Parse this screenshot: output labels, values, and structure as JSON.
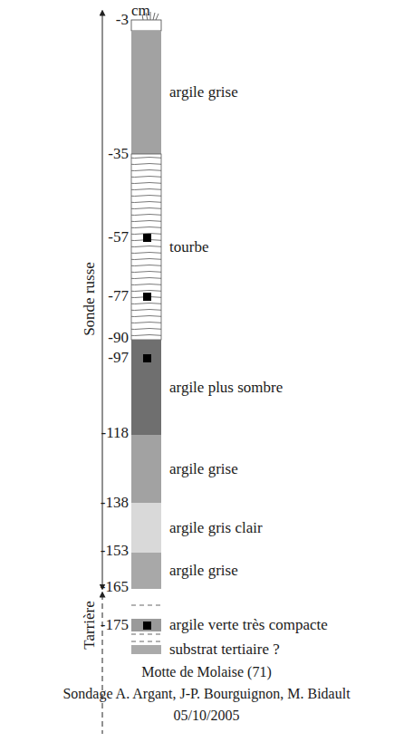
{
  "diagram": {
    "nodes": [
      {
        "text": [
          "argile grise"
        ]
      },
      {
        "text": [
          "tourbe"
        ]
      },
      {
        "text": [
          "argile plus sombre"
        ]
      },
      {
        "text": [
          "argile grise"
        ]
      },
      {
        "text": [
          "argile gris clair"
        ]
      },
      {
        "text": [
          "argile grise"
        ]
      },
      {
        "text": [
          "argile verte très compacte"
        ]
      },
      {
        "text": [
          "substrat tertiaire ?"
        ]
      }
    ],
    "labels": [
      "cm",
      "-3",
      "-35",
      "-57",
      "-77",
      "-90",
      "-97",
      "-118",
      "-138",
      "-153",
      "-165",
      "-175",
      "Sonde russe",
      "Tarrière",
      "Motte de Molaise (71)",
      "Sondage A. Argant, J-P. Bourguignon, M. Bidault",
      "05/10/2005"
    ]
  }
}
